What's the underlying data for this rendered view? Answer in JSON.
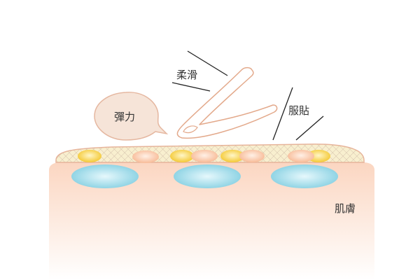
{
  "labels": {
    "smooth": "柔滑",
    "fit": "服貼",
    "elasticity": "彈力",
    "skin": "肌膚"
  },
  "colors": {
    "skin_top": "#fbd6c1",
    "skin_bottom": "#ffffff",
    "film_fill": "#f8efcf",
    "film_stroke": "#e8b49a",
    "mesh": "#cdb8a4",
    "yellow_capsule": "#f3c528",
    "peach_capsule": "#f7b791",
    "blue_cell": "#7fcde0",
    "bubble_fill": "#f6e4d8",
    "bubble_stroke": "#e5b7a0",
    "finger_stroke": "#e3a98b",
    "line": "#222222"
  },
  "icons": {
    "finger": "finger-icon",
    "speech_bubble": "speech-bubble-icon"
  }
}
